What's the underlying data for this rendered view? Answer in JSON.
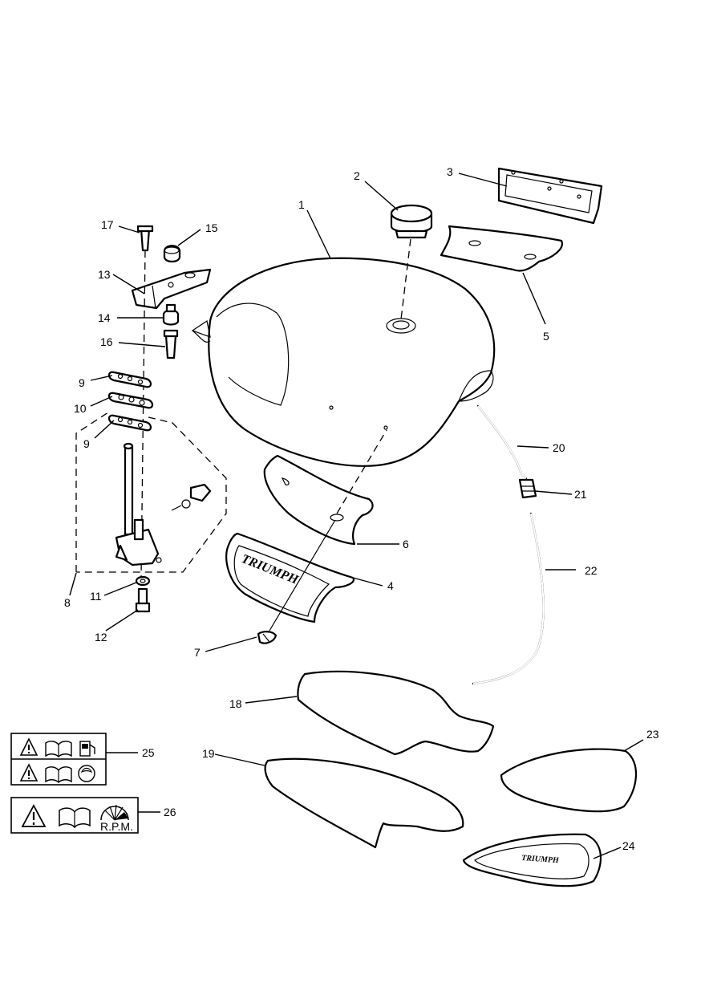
{
  "callouts": [
    "1",
    "2",
    "3",
    "4",
    "5",
    "6",
    "7",
    "8",
    "9",
    "9",
    "10",
    "11",
    "12",
    "13",
    "14",
    "15",
    "16",
    "17",
    "18",
    "19",
    "20",
    "21",
    "22",
    "23",
    "24",
    "25",
    "26"
  ],
  "badge_text": {
    "tank_badge": "TRIUMPH",
    "side_badge": "TRIUMPH"
  },
  "labels": {
    "rpm": "R.P.M."
  },
  "icons": [
    "warning-triangle-icon",
    "manual-book-icon",
    "fuel-pump-icon",
    "tire-pressure-icon",
    "tachometer-icon"
  ],
  "colors": {
    "line": "#000000",
    "background": "#ffffff"
  }
}
